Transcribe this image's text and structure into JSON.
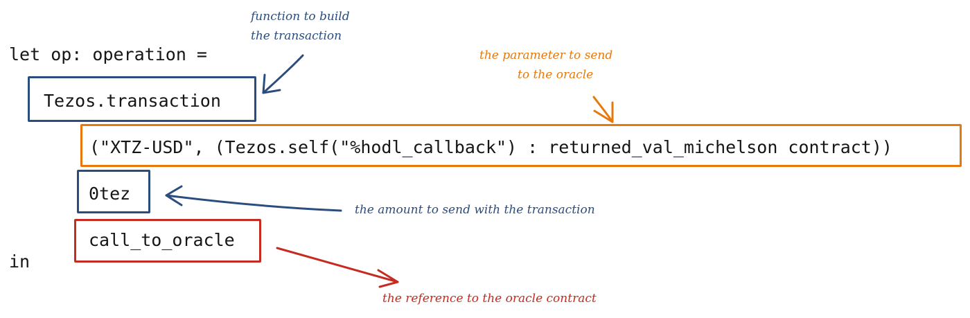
{
  "code": {
    "line1": "let op: operation =",
    "call": "Tezos.transaction",
    "param": "(\"XTZ-USD\", (Tezos.self(\"%hodl_callback\") : returned_val_michelson contract))",
    "amount": "0tez",
    "target": "call_to_oracle",
    "line_in": "in"
  },
  "annotations": {
    "function_line1": "function to build",
    "function_line2": "the transaction",
    "parameter_line1": "the parameter to send",
    "parameter_line2": "to the oracle",
    "amount": "the amount to send with the transaction",
    "reference": "the reference to the oracle contract"
  },
  "colors": {
    "blue": "#2b4d7e",
    "orange": "#e8780c",
    "red": "#c52b1f",
    "code": "#151515"
  }
}
